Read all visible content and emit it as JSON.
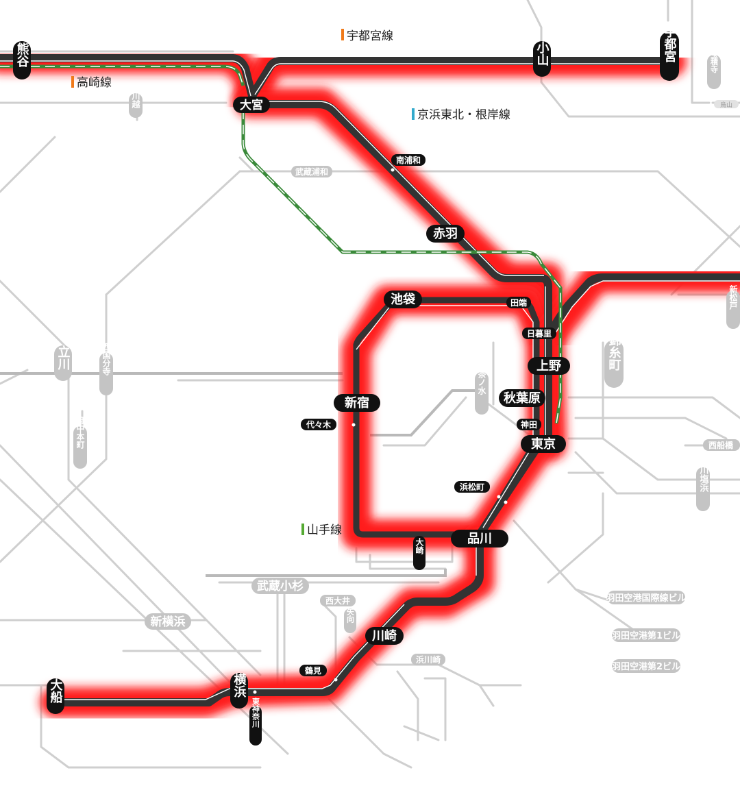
{
  "legend": {
    "utsunomiya": "宇都宮線",
    "takasaki": "高崎線",
    "keihin": "京浜東北・根岸線",
    "yamanote": "山手線",
    "colors": {
      "utsunomiya": "#f07a1a",
      "takasaki": "#f07a1a",
      "keihin": "#33aacc",
      "yamanote": "#55aa33"
    }
  },
  "stations_major": {
    "kumagaya": "熊谷",
    "oyama": "小山",
    "utsunomiya": "宇都宮",
    "omiya": "大宮",
    "akabane": "赤羽",
    "ikebukuro": "池袋",
    "ueno": "上野",
    "akihabara": "秋葉原",
    "shinjuku": "新宿",
    "tokyo": "東京",
    "shinagawa": "品川",
    "kawasaki": "川崎",
    "yokohama": "横浜",
    "ofuna": "大船"
  },
  "stations_minor": {
    "minamiurawa": "南浦和",
    "tabata": "田端",
    "nippori": "日暮里",
    "kanda": "神田",
    "yoyogi": "代々木",
    "hamamatsucho": "浜松町",
    "osaki": "大崎",
    "tsurumi": "鶴見",
    "higashikanagawa": "東神奈川"
  },
  "stations_other": {
    "kawagoe": "川越",
    "musashiurawa": "武蔵浦和",
    "tachikawa": "立川",
    "nishikokubunji": "西国分寺",
    "fuchuhommachi": "府中本町",
    "ochanomizu": "御茶ノ水",
    "kinshicho": "錦糸町",
    "nishifunabashi": "西船橋",
    "ichikawashiohama": "市川塩浜",
    "musashikosugi": "武蔵小杉",
    "nishioi": "西大井",
    "yako": "矢向",
    "shinyokohama": "新横浜",
    "hamakawasaki": "浜川崎",
    "haneda_intl": "羽田空港国際線ビル",
    "haneda_t1": "羽田空港第1ビル",
    "haneda_t2": "羽田空港第2ビル",
    "hojakuji": "宝積寺",
    "shinmatsudo": "新松戸",
    "karasuyama": "烏山"
  }
}
